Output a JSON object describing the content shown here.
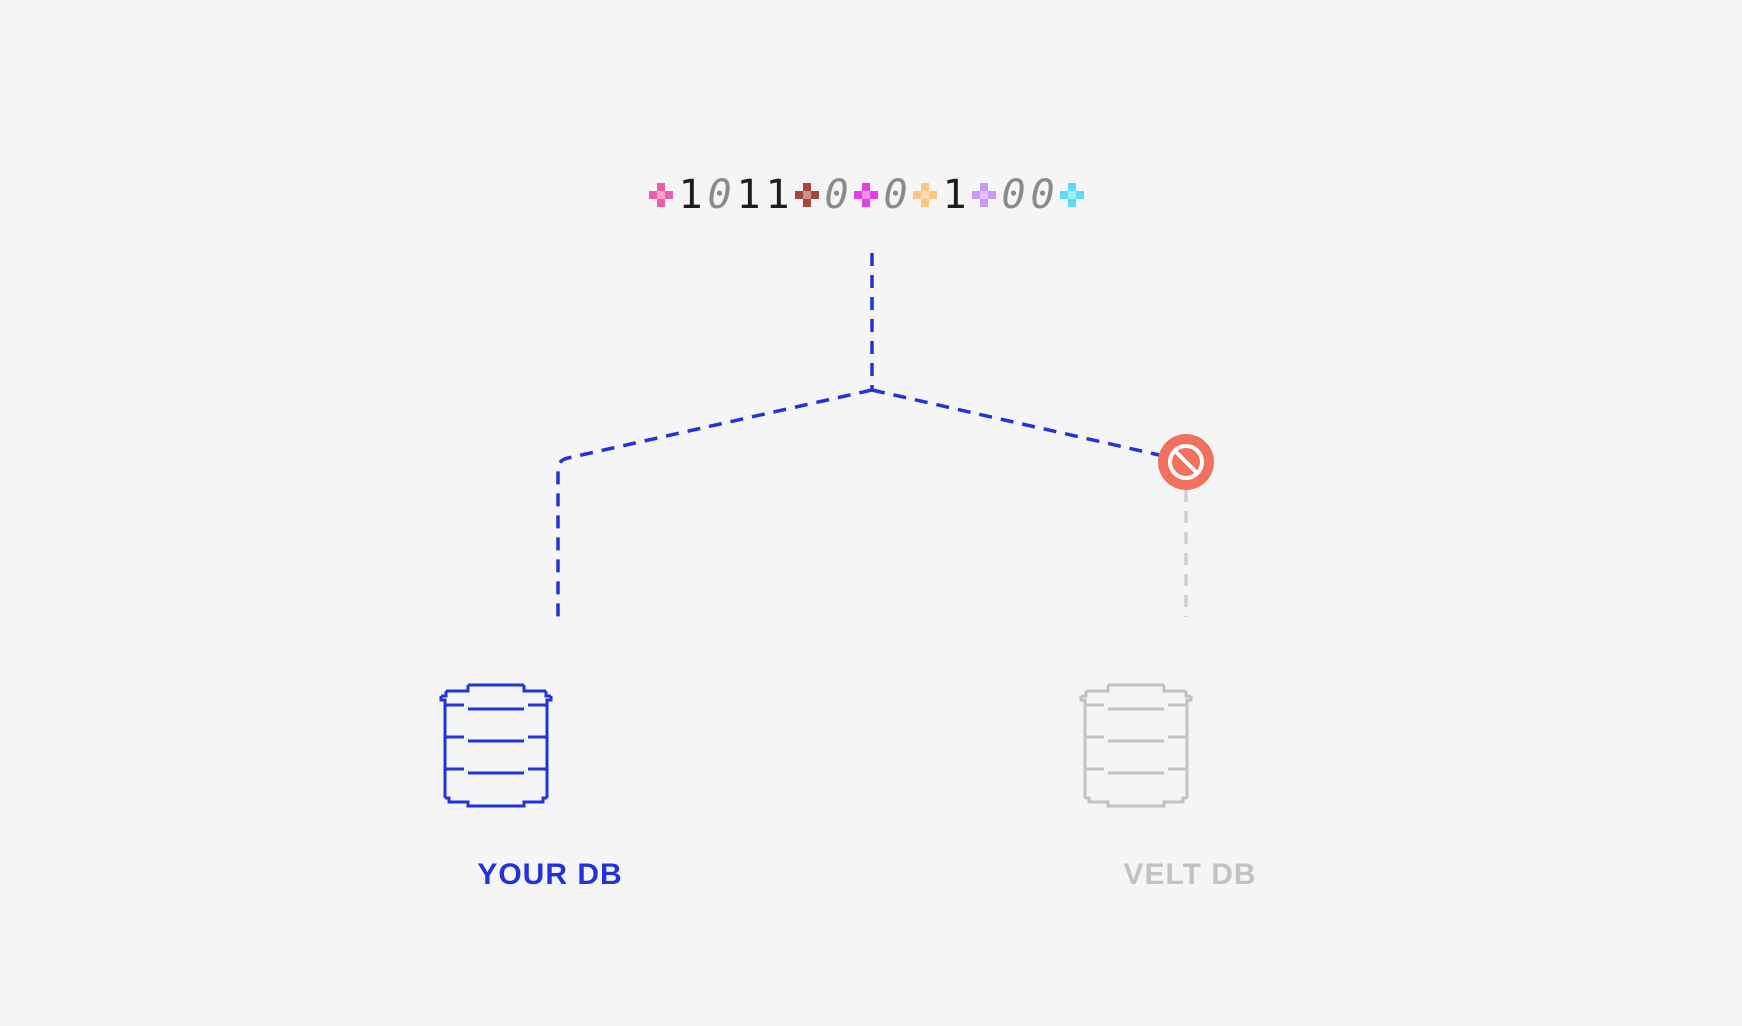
{
  "bitstream": {
    "tokens": [
      {
        "kind": "plus",
        "color": "#ef5da8"
      },
      {
        "kind": "digit",
        "value": "1"
      },
      {
        "kind": "digit",
        "value": "0"
      },
      {
        "kind": "digit",
        "value": "1"
      },
      {
        "kind": "digit",
        "value": "1"
      },
      {
        "kind": "plus",
        "color": "#a8443e"
      },
      {
        "kind": "digit",
        "value": "0"
      },
      {
        "kind": "plus",
        "color": "#e63de6"
      },
      {
        "kind": "digit",
        "value": "0"
      },
      {
        "kind": "plus",
        "color": "#fcc784"
      },
      {
        "kind": "digit",
        "value": "1"
      },
      {
        "kind": "plus",
        "color": "#c79af5"
      },
      {
        "kind": "digit",
        "value": "0"
      },
      {
        "kind": "digit",
        "value": "0"
      },
      {
        "kind": "plus",
        "color": "#5cdcfa"
      }
    ]
  },
  "your_db": {
    "label": "YOUR DB",
    "color": "#2432d9",
    "icon": "database-icon"
  },
  "velt_db": {
    "label": "VELT DB",
    "color": "#c2c2c2",
    "icon": "database-icon"
  },
  "blocked": {
    "icon": "blocked-icon",
    "color": "#f2705f"
  },
  "connector_color": "#2432d9",
  "disabled_connector_color": "#cfcfcf"
}
